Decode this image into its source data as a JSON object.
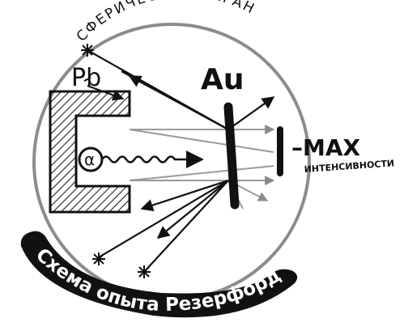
{
  "diagram": {
    "arc_label": "СФЕРИЧЕСКИЙ ЭКРАН",
    "lead_label": "Pb",
    "gold_label": "Au",
    "alpha_symbol": "α",
    "max_label": "–MAX",
    "intensity_label": "ИНТЕНСИВНОСТИ",
    "banner_caption": "Схема опыта Резерфорда"
  },
  "colors": {
    "ink": "#111111",
    "sphere": "#8c8c8c",
    "ray": "#9a9a9a",
    "banner_text": "#ffffff"
  }
}
